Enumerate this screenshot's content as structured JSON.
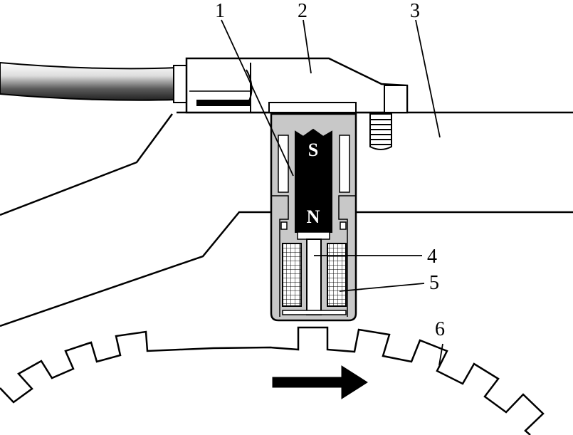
{
  "diagram": {
    "callouts": {
      "c1": "1",
      "c2": "2",
      "c3": "3",
      "c4": "4",
      "c5": "5",
      "c6": "6"
    },
    "magnet": {
      "south": "S",
      "north": "N"
    },
    "rotation_direction": "right",
    "colors": {
      "stroke": "#000000",
      "housing_fill": "#c8c8c8",
      "magnet_fill": "#000000",
      "background": "#ffffff"
    }
  }
}
